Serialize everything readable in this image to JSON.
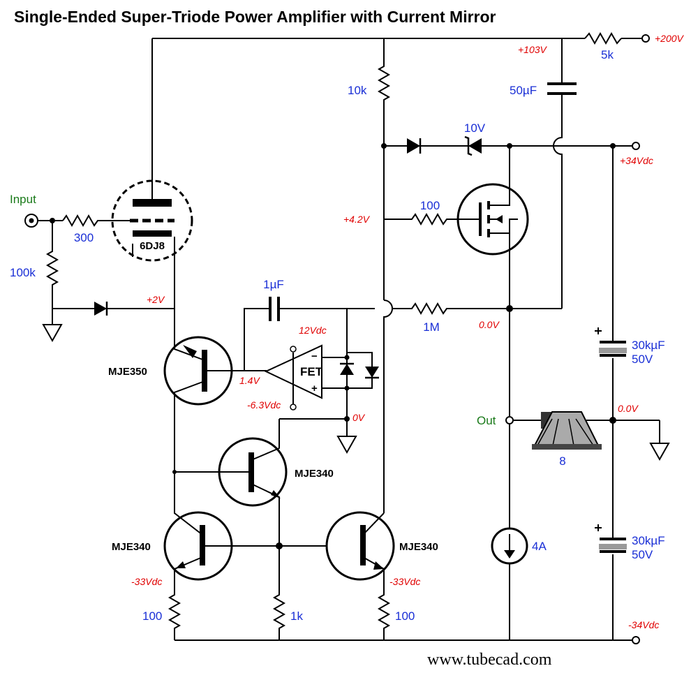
{
  "title": "Single-Ended Super-Triode Power Amplifier with Current Mirror",
  "labels": {
    "input": "Input",
    "output": "Out",
    "website": "www.tubecad.com",
    "fet": "FET"
  },
  "components": {
    "tube": "6DJ8",
    "r_grid": "300",
    "r_input": "100k",
    "r_top": "10k",
    "r_supply": "5k",
    "c_supply": "50µF",
    "zener": "10V",
    "r_gate": "100",
    "c_coupling": "1µF",
    "r_feedback": "1M",
    "q_pnp": "MJE350",
    "q_mid": "MJE340",
    "q_left": "MJE340",
    "q_right": "MJE340",
    "r_emitter_left": "100",
    "r_mirror": "1k",
    "r_emitter_right": "100",
    "c_top": "30kµF",
    "c_top_v": "50V",
    "c_bottom": "30kµF",
    "c_bottom_v": "50V",
    "speaker": "8",
    "current_source": "4A"
  },
  "voltages": {
    "v_200": "+200V",
    "v_103": "+103V",
    "v_34": "+34Vdc",
    "v_4_2": "+4.2V",
    "v_2": "+2V",
    "v_12": "12Vdc",
    "v_1_4": "1.4V",
    "v_n6_3": "-6.3Vdc",
    "v_0_fet": "0V",
    "v_0_out": "0.0V",
    "v_0_spk": "0.0V",
    "v_n33_left": "-33Vdc",
    "v_n33_right": "-33Vdc",
    "v_n34": "-34Vdc"
  },
  "colors": {
    "component_value": "#1a2fd6",
    "voltage": "#e00000",
    "io_label": "#1a7a1a",
    "part_number": "#000000"
  }
}
